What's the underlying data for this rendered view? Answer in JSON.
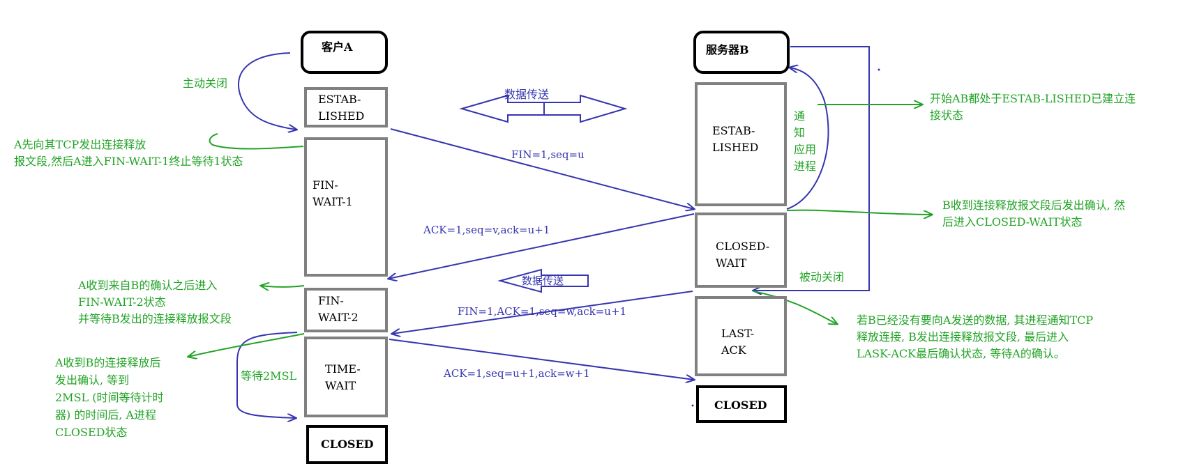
{
  "client": {
    "title": "客户A",
    "states": [
      "ESTAB-\nLISHED",
      "FIN-\nWAIT-1",
      "FIN-\nWAIT-2",
      "TIME-\nWAIT",
      "CLOSED"
    ]
  },
  "server": {
    "title": "服务器B",
    "states": [
      "ESTAB-\nLISHED",
      "CLOSED-\nWAIT",
      "LAST-\nACK",
      "CLOSED"
    ]
  },
  "messages": {
    "fin1": "FIN=1,seq=u",
    "ack1": "ACK=1,seq=v,ack=u+1",
    "fin2": "FIN=1,ACK=1,seq=w,ack=u+1",
    "ack2": "ACK=1,seq=u+1,ack=w+1",
    "data_transfer_top": "数据传送",
    "data_transfer_mid": "数据传送"
  },
  "notes": {
    "active_close": "主动关闭",
    "passive_close": "被动关闭",
    "notify_app": "通\n知\n应用\n进程",
    "wait_2msl": "等待2MSL",
    "a_fin": "A先向其TCP发出连接释放\n报文段,然后A进入FIN-WAIT-1终止等待1状态",
    "a_recv_ack": "A收到来自B的确认之后进入\nFIN-WAIT-2状态\n并等待B发出的连接释放报文段",
    "a_recv_fin": "A收到B的连接释放后\n发出确认, 等到\n2MSL (时间等待计时\n器) 的时间后, A进程\nCLOSED状态",
    "both_established": "开始AB都处于ESTAB-LISHED已建立连\n接状态",
    "b_close_wait": "B收到连接释放报文段后发出确认, 然\n后进入CLOSED-WAIT状态",
    "b_last_ack": "若B已经没有要向A发送的数据, 其进程通知TCP\n释放连接, B发出连接释放报文段, 最后进入\nLASK-ACK最后确认状态, 等待A的确认。"
  }
}
